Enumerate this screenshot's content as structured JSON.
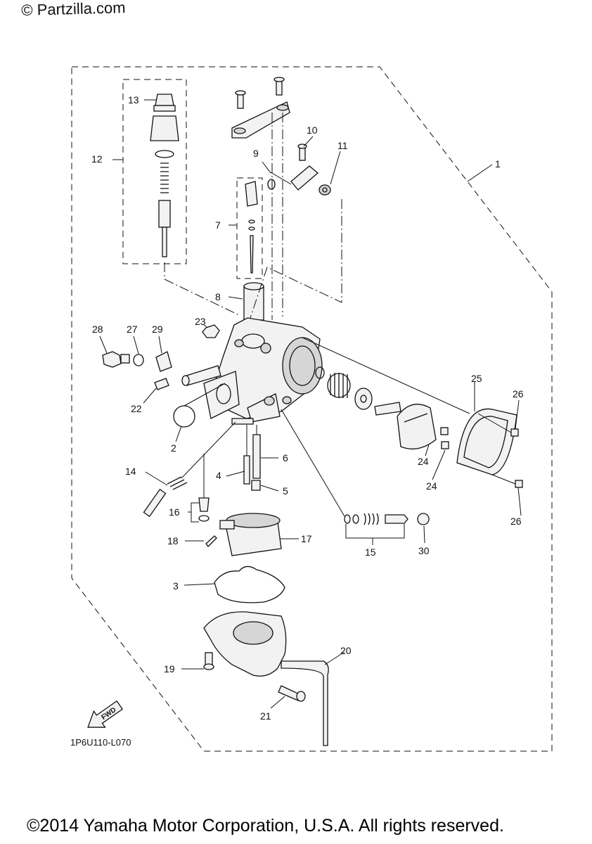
{
  "watermark": "© Partzilla.com",
  "copyright": "©2014 Yamaha Motor Corporation, U.S.A. All rights reserved.",
  "reference_code": "1P6U110-L070",
  "direction_arrow": {
    "text": "FWD",
    "icon": "fwd-arrow-icon"
  },
  "callouts": [
    "1",
    "2",
    "3",
    "4",
    "5",
    "6",
    "7",
    "8",
    "9",
    "10",
    "11",
    "12",
    "13",
    "14",
    "15",
    "16",
    "17",
    "18",
    "19",
    "20",
    "21",
    "22",
    "23",
    "24",
    "24",
    "25",
    "26",
    "26",
    "27",
    "28",
    "29",
    "30"
  ]
}
